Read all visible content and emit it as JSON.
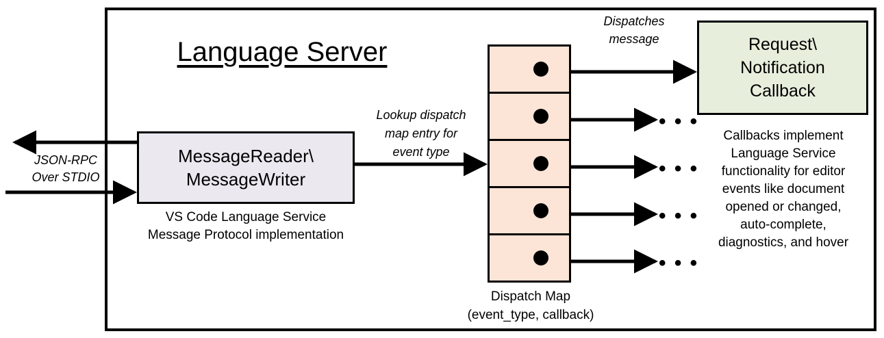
{
  "diagram": {
    "title": "Language Server",
    "frame_border_color": "#000000",
    "background": "#ffffff"
  },
  "left_io": {
    "label_line1": "JSON-RPC",
    "label_line2": "Over STDIO",
    "outbound_arrow_name": "json-rpc-out-arrow",
    "inbound_arrow_name": "json-rpc-in-arrow"
  },
  "reader_box": {
    "line1": "MessageReader\\",
    "line2": "MessageWriter",
    "fill": "#EBE8F0",
    "caption_line1": "VS Code Language Service",
    "caption_line2": "Message Protocol implementation"
  },
  "lookup_label": {
    "line1": "Lookup dispatch",
    "line2": "map entry for",
    "line3": "event type"
  },
  "dispatch_map": {
    "fill": "#FCE4D6",
    "caption_line1": "Dispatch Map",
    "caption_line2": "(event_type, callback)",
    "rows": [
      {
        "index": 1,
        "dot": "●"
      },
      {
        "index": 2,
        "dot": "●"
      },
      {
        "index": 3,
        "dot": "●"
      },
      {
        "index": 4,
        "dot": "●"
      },
      {
        "index": 5,
        "dot": "●"
      }
    ]
  },
  "dispatch_message_label": {
    "line1": "Dispatches",
    "line2": "message"
  },
  "callback_box": {
    "line1": "Request\\",
    "line2": "Notification",
    "line3": "Callback",
    "fill": "#E7EEDC",
    "caption_line1": "Callbacks implement",
    "caption_line2": "Language Service",
    "caption_line3": "functionality for editor",
    "caption_line4": "events like document",
    "caption_line5": "opened or changed,",
    "caption_line6": "auto-complete,",
    "caption_line7": "diagnostics, and hover"
  },
  "ellipses": [
    {
      "index": 1,
      "text": "• • •"
    },
    {
      "index": 2,
      "text": "• • •"
    },
    {
      "index": 3,
      "text": "• • •"
    },
    {
      "index": 4,
      "text": "• • •"
    }
  ]
}
